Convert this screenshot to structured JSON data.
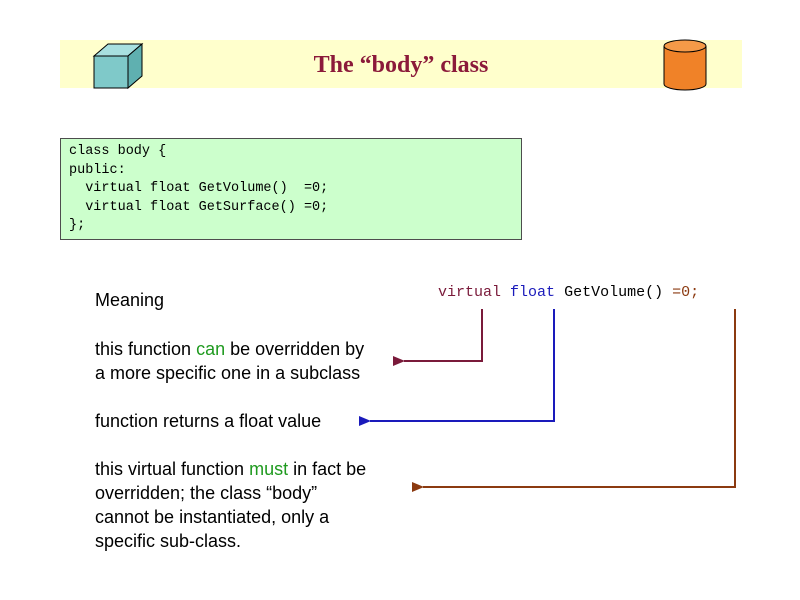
{
  "slide": {
    "title": "The “body” class"
  },
  "code": {
    "lines": [
      "class body {",
      "public:",
      "  virtual float GetVolume()  =0;",
      "  virtual float GetSurface() =0;",
      "};"
    ]
  },
  "declaration": {
    "virtual": "virtual",
    "float": "float",
    "name": "GetVolume()",
    "pure": "=0;"
  },
  "meaning": {
    "label": "Meaning",
    "virtual_line1_pre": "this function ",
    "virtual_line1_emph": "can",
    "virtual_line1_post": " be overridden by",
    "virtual_line2": "a more specific one in a subclass",
    "float_line": "function returns a float value",
    "pure_line1_pre": "this virtual function ",
    "pure_line1_emph": "must",
    "pure_line1_post": " in fact be",
    "pure_line2": "overridden; the class “body”",
    "pure_line3": "cannot be instantiated, only a",
    "pure_line4": "specific sub-class."
  },
  "colors": {
    "title": "#8b1a3a",
    "title_band": "#ffffcc",
    "code_bg": "#ccffcc",
    "emphasis_green": "#1f9a1f",
    "arrow_virtual": "#7a1a3a",
    "arrow_float": "#1a1abb",
    "arrow_pure": "#8b3a10",
    "cube": "#7fc9c9",
    "cylinder": "#f08228"
  },
  "icons": {
    "left": "cube-icon",
    "right": "cylinder-icon"
  }
}
